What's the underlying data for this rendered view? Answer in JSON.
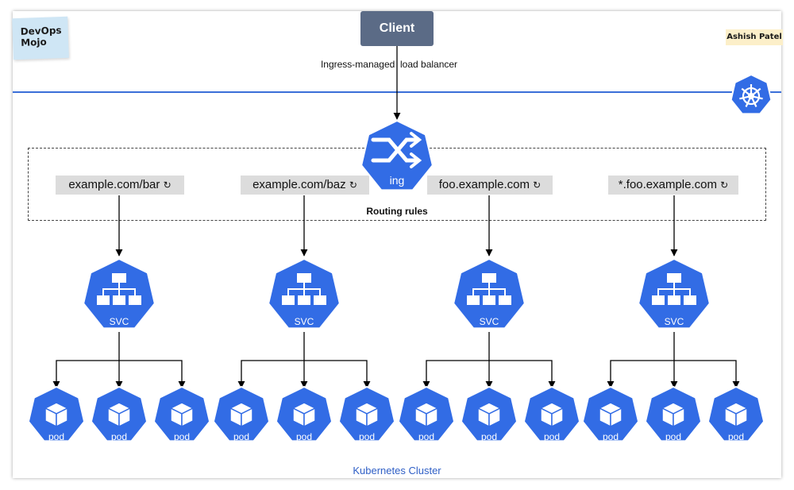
{
  "notes": {
    "brand": "DevOps\nMojo",
    "author": "Ashish Patel"
  },
  "client": {
    "label": "Client"
  },
  "ingress": {
    "edge_label": "Ingress-managed  load balancer",
    "icon_label": "ing",
    "icon": "shuffle-icon"
  },
  "kubernetes_icon": "helm-wheel-icon",
  "routing": {
    "label": "Routing rules",
    "rules": [
      {
        "label": "example.com/bar",
        "icon": "refresh-icon"
      },
      {
        "label": "example.com/baz",
        "icon": "refresh-icon"
      },
      {
        "label": "foo.example.com",
        "icon": "refresh-icon"
      },
      {
        "label": "*.foo.example.com",
        "icon": "refresh-icon"
      }
    ]
  },
  "services": [
    {
      "label": "SVC",
      "icon": "hierarchy-icon"
    },
    {
      "label": "SVC",
      "icon": "hierarchy-icon"
    },
    {
      "label": "SVC",
      "icon": "hierarchy-icon"
    },
    {
      "label": "SVC",
      "icon": "hierarchy-icon"
    }
  ],
  "pods": [
    [
      "pod",
      "pod",
      "pod"
    ],
    [
      "pod",
      "pod",
      "pod"
    ],
    [
      "pod",
      "pod",
      "pod"
    ],
    [
      "pod",
      "pod",
      "pod"
    ]
  ],
  "cluster": {
    "label": "Kubernetes Cluster"
  },
  "colors": {
    "k8s_blue": "#326ce5",
    "client_bg": "#5b6b86",
    "divider": "#3a6fd8",
    "rule_bg": "#dcdcdc",
    "sticky_blue": "#cfe6f5",
    "sticky_yellow": "#fcefc9"
  }
}
